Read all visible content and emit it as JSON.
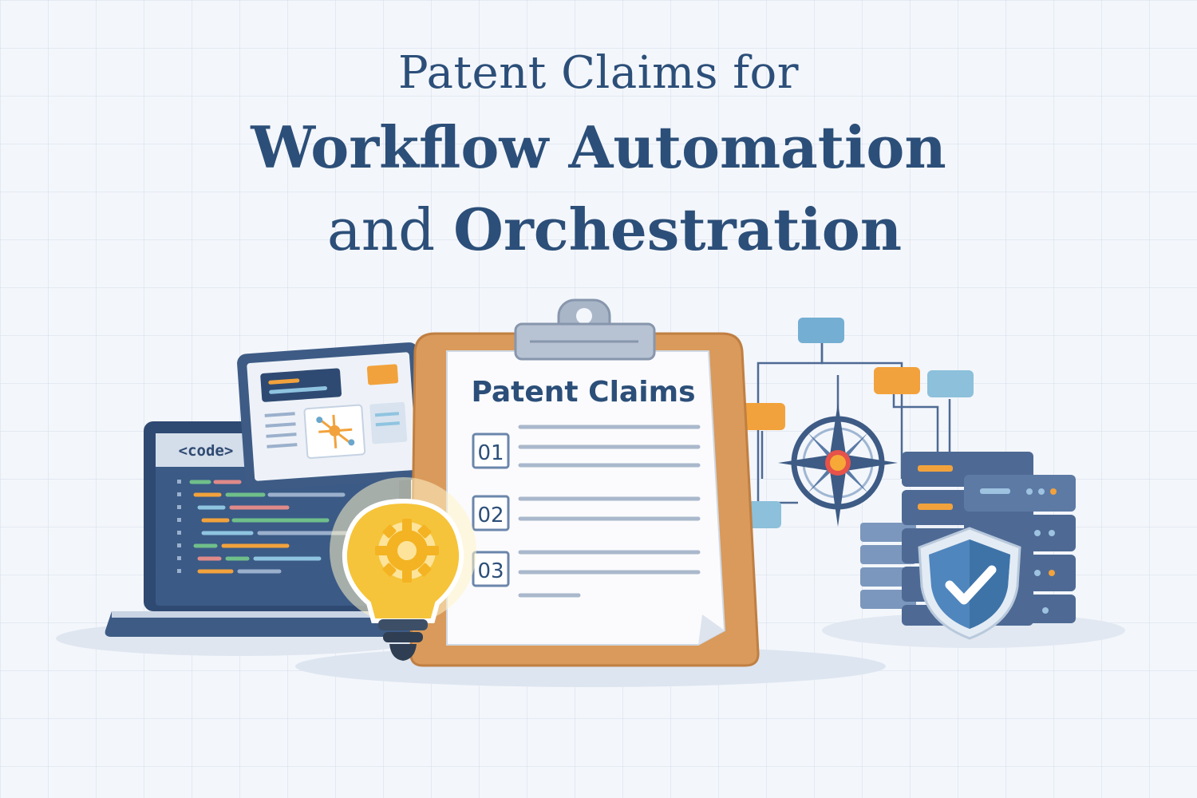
{
  "title": {
    "line1": "Patent Claims for",
    "line2": "Workflow Automation",
    "line3_a": "and",
    "line3_b": "Orchestration"
  },
  "laptop": {
    "code_tag": "<code>"
  },
  "clipboard": {
    "heading": "Patent Claims",
    "claims": [
      "01",
      "02",
      "03"
    ]
  },
  "colors": {
    "title": "#2c4f79",
    "clipboard_wood": "#d99a5b",
    "accent_orange": "#f2a23c",
    "accent_blue": "#6aa7cc",
    "server": "#4e6a94",
    "bulb": "#f6c43a"
  },
  "icons": [
    "laptop-icon",
    "tablet-icon",
    "clipboard-icon",
    "lightbulb-gear-icon",
    "compass-icon",
    "flowchart-icon",
    "server-icon",
    "shield-check-icon"
  ]
}
